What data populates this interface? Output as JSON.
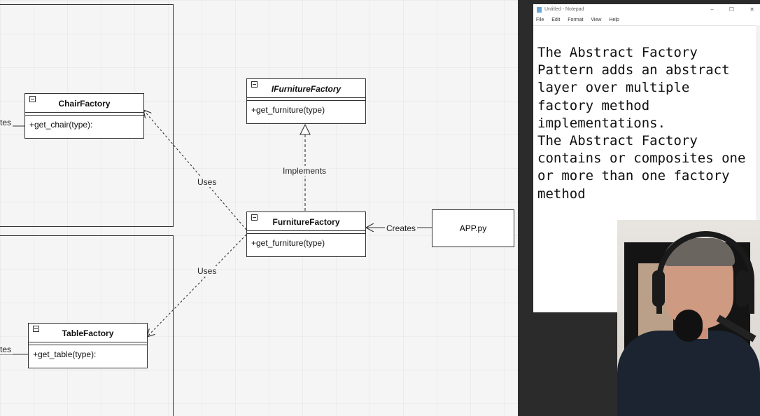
{
  "diagram": {
    "chair_factory": {
      "name": "ChairFactory",
      "method": "+get_chair(type):"
    },
    "table_factory": {
      "name": "TableFactory",
      "method": "+get_table(type):"
    },
    "ifurniture_factory": {
      "name": "IFurnitureFactory",
      "method": "+get_furniture(type)"
    },
    "furniture_factory": {
      "name": "FurnitureFactory",
      "method": "+get_furniture(type)"
    },
    "app": {
      "name": "APP.py"
    },
    "labels": {
      "uses_top": "Uses",
      "uses_bottom": "Uses",
      "implements": "Implements",
      "creates": "Creates",
      "cut_top": "tes",
      "cut_bottom": "tes"
    },
    "colors": {
      "background": "#f5f5f5",
      "line": "#333333",
      "box": "#ffffff"
    }
  },
  "notepad": {
    "title": "Untitled - Notepad",
    "controls": {
      "minimize": "–",
      "maximize": "☐",
      "close": "✕"
    },
    "menu": [
      "File",
      "Edit",
      "Format",
      "View",
      "Help"
    ],
    "text": "The Abstract Factory\nPattern adds an abstract\nlayer over multiple\nfactory method\nimplementations.\nThe Abstract Factory\ncontains or composites one\nor more than one factory\nmethod"
  },
  "webcam": {
    "icon": "presenter-video"
  }
}
